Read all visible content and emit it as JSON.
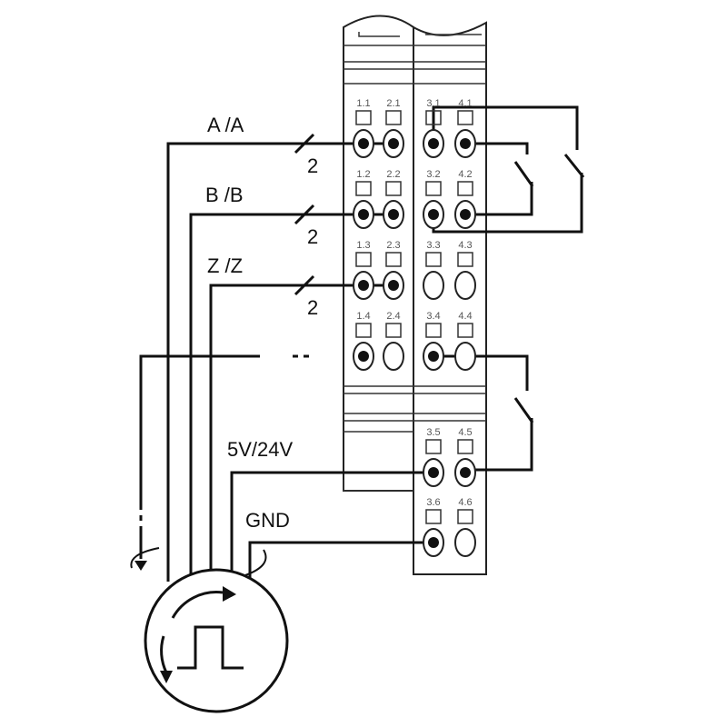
{
  "signals": {
    "a": "A /A",
    "b": "B /B",
    "z": "Z /Z",
    "power": "5V/24V",
    "gnd": "GND",
    "pair_count_a": "2",
    "pair_count_b": "2",
    "pair_count_z": "2"
  },
  "terminals": {
    "t11": "1.1",
    "t21": "2.1",
    "t31": "3.1",
    "t41": "4.1",
    "t12": "1.2",
    "t22": "2.2",
    "t32": "3.2",
    "t42": "4.2",
    "t13": "1.3",
    "t23": "2.3",
    "t33": "3.3",
    "t43": "4.3",
    "t14": "1.4",
    "t24": "2.4",
    "t34": "3.4",
    "t44": "4.4",
    "t35": "3.5",
    "t45": "4.5",
    "t36": "3.6",
    "t46": "4.6"
  }
}
